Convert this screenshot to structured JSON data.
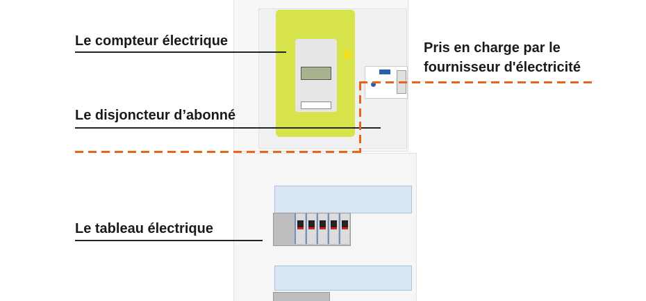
{
  "labels": {
    "meter": "Le compteur électrique",
    "breaker": "Le disjoncteur d’abonné",
    "board": "Le tableau électrique",
    "supplier_line1": "Pris en charge par le",
    "supplier_line2": "fournisseur d'électricité"
  },
  "colors": {
    "accent": "#e8641c",
    "meter": "#d6e34a"
  }
}
